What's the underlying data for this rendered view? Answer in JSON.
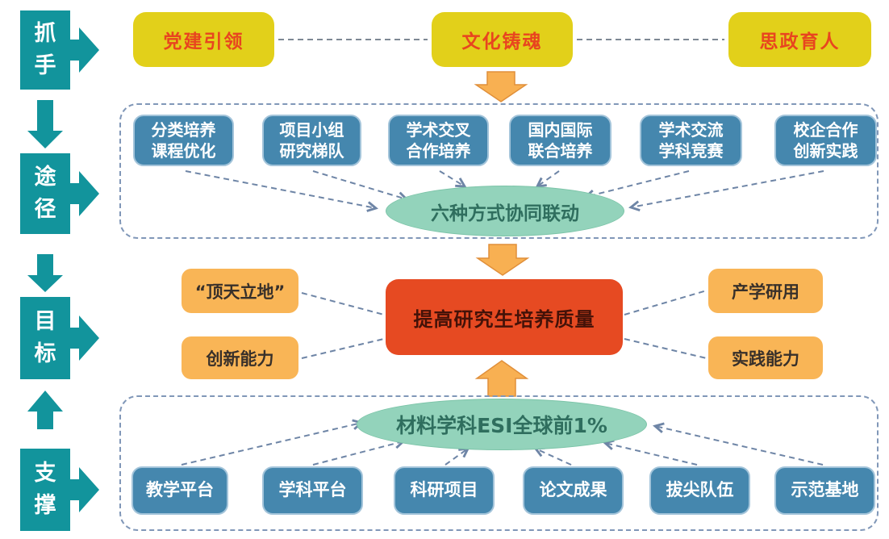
{
  "colors": {
    "teal": "#12949c",
    "yellow_box": "#e2d01a",
    "yellow_box_text": "#e8451f",
    "blue_box": "#4587ae",
    "mint_ellipse": "#93d3bb",
    "mint_ellipse_text": "#2f6e5e",
    "orange_box": "#f9b556",
    "red_box": "#e64a22",
    "flow_arrow": "#f8b052",
    "dashed_line": "#6e85a6",
    "dashed_border": "#8097b8"
  },
  "rail": {
    "items": [
      {
        "label": "抓手"
      },
      {
        "label": "途径"
      },
      {
        "label": "目标"
      },
      {
        "label": "支撑"
      }
    ]
  },
  "top_row": {
    "boxes": [
      {
        "label": "党建引领"
      },
      {
        "label": "文化铸魂"
      },
      {
        "label": "思政育人"
      }
    ]
  },
  "pathways": {
    "boxes": [
      {
        "line1": "分类培养",
        "line2": "课程优化"
      },
      {
        "line1": "项目小组",
        "line2": "研究梯队"
      },
      {
        "line1": "学术交叉",
        "line2": "合作培养"
      },
      {
        "line1": "国内国际",
        "line2": "联合培养"
      },
      {
        "line1": "学术交流",
        "line2": "学科竞赛"
      },
      {
        "line1": "校企合作",
        "line2": "创新实践"
      }
    ],
    "ellipse_label": "六种方式协同联动"
  },
  "goals": {
    "left": [
      {
        "label": "“顶天立地”"
      },
      {
        "label": "创新能力"
      }
    ],
    "right": [
      {
        "label": "产学研用"
      },
      {
        "label": "实践能力"
      }
    ],
    "center": {
      "label": "提高研究生培养质量"
    }
  },
  "support": {
    "ellipse_label": "材料学科ESI全球前1%",
    "boxes": [
      {
        "label": "教学平台"
      },
      {
        "label": "学科平台"
      },
      {
        "label": "科研项目"
      },
      {
        "label": "论文成果"
      },
      {
        "label": "拔尖队伍"
      },
      {
        "label": "示范基地"
      }
    ]
  }
}
